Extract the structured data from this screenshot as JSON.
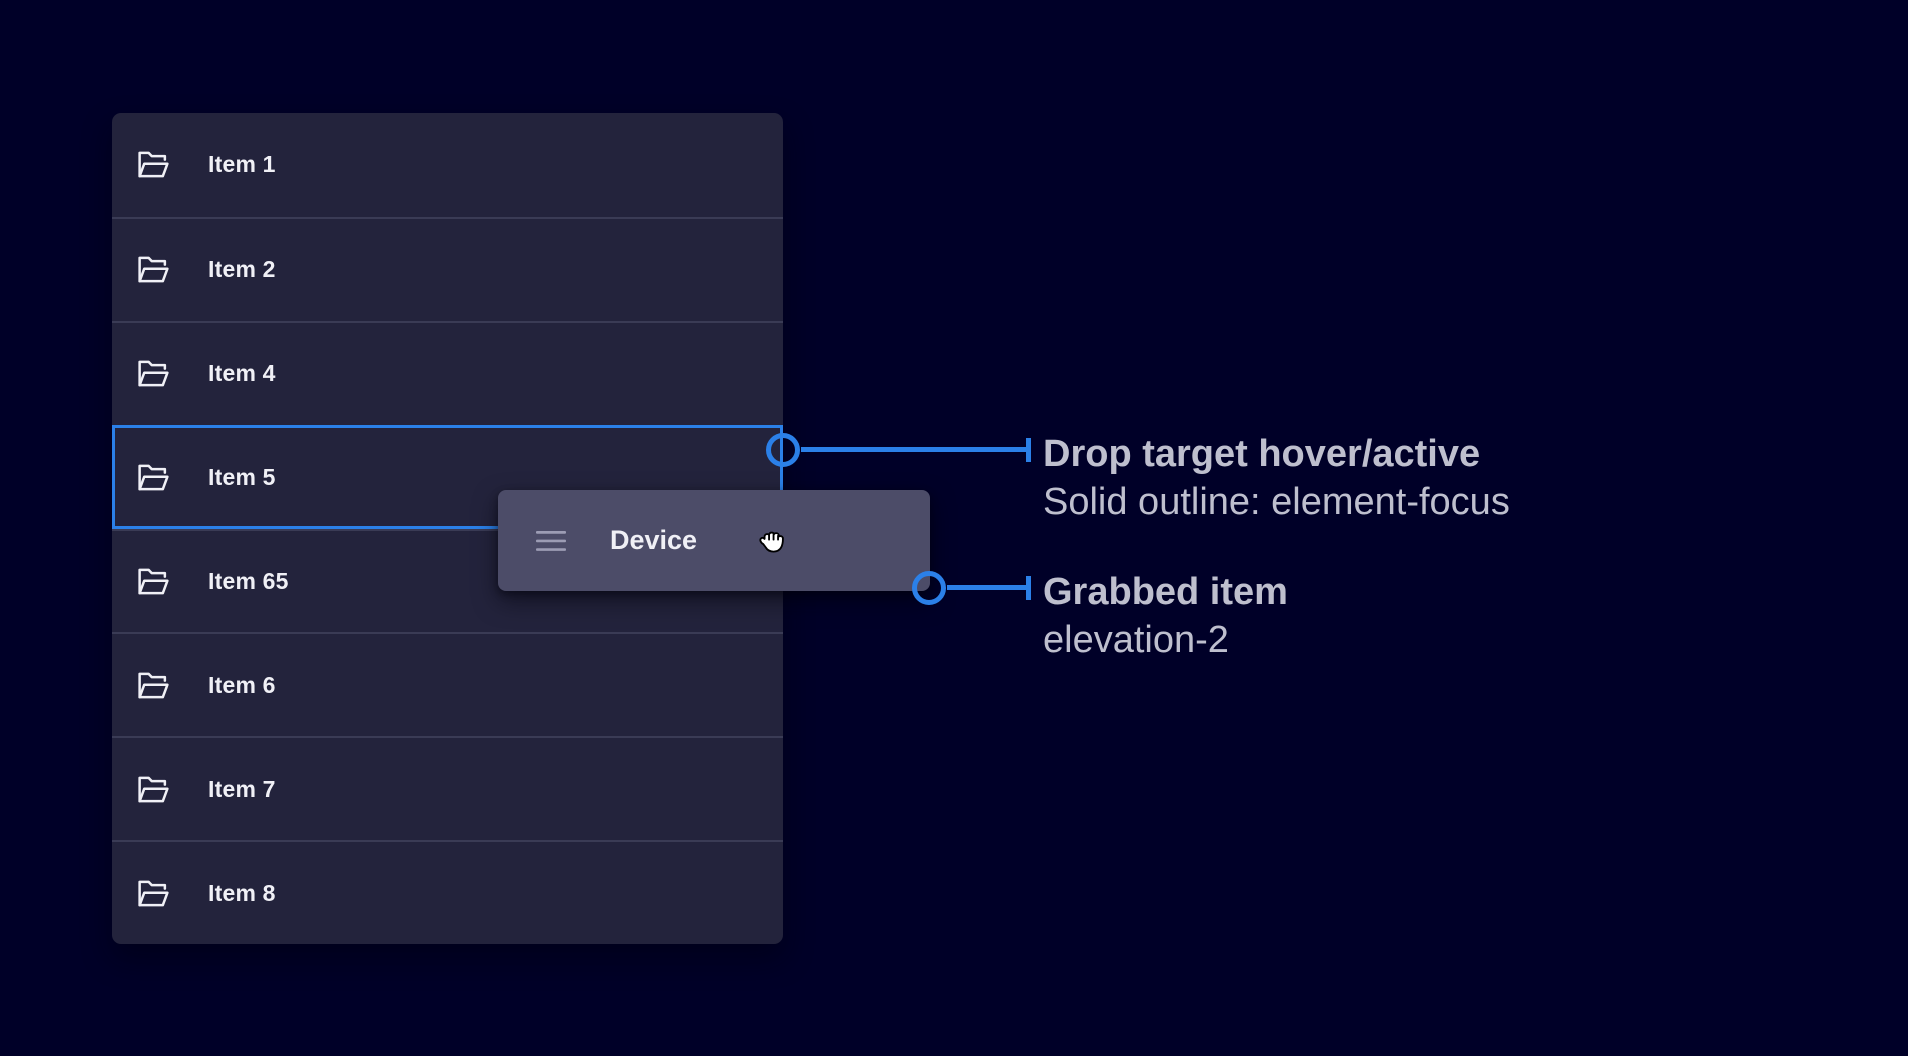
{
  "colors": {
    "background": "#000028",
    "surface": "#23233C",
    "separator": "#3A3B55",
    "card": "#4C4C68",
    "accent_blue": "#2B80E8",
    "item_text": "#F0F0F6",
    "annotation_text": "#BEBFCE",
    "handle_gray": "#9C9CB4"
  },
  "icons": {
    "row_icon": "folder-open-icon",
    "card_handle": "drag-handle-icon",
    "card_cursor": "grab-cursor-icon"
  },
  "list": {
    "items": [
      {
        "label": "Item 1"
      },
      {
        "label": "Item 2"
      },
      {
        "label": "Item 4"
      },
      {
        "label": "Item 5",
        "state": "drop-target-active"
      },
      {
        "label": "Item 65"
      },
      {
        "label": "Item 6"
      },
      {
        "label": "Item 7"
      },
      {
        "label": "Item 8"
      }
    ]
  },
  "drag_card": {
    "label": "Device",
    "state": "grabbed"
  },
  "annotations": [
    {
      "title": "Drop target hover/active",
      "subtitle": "Solid outline: element-focus"
    },
    {
      "title": "Grabbed item",
      "subtitle": "elevation-2"
    }
  ]
}
